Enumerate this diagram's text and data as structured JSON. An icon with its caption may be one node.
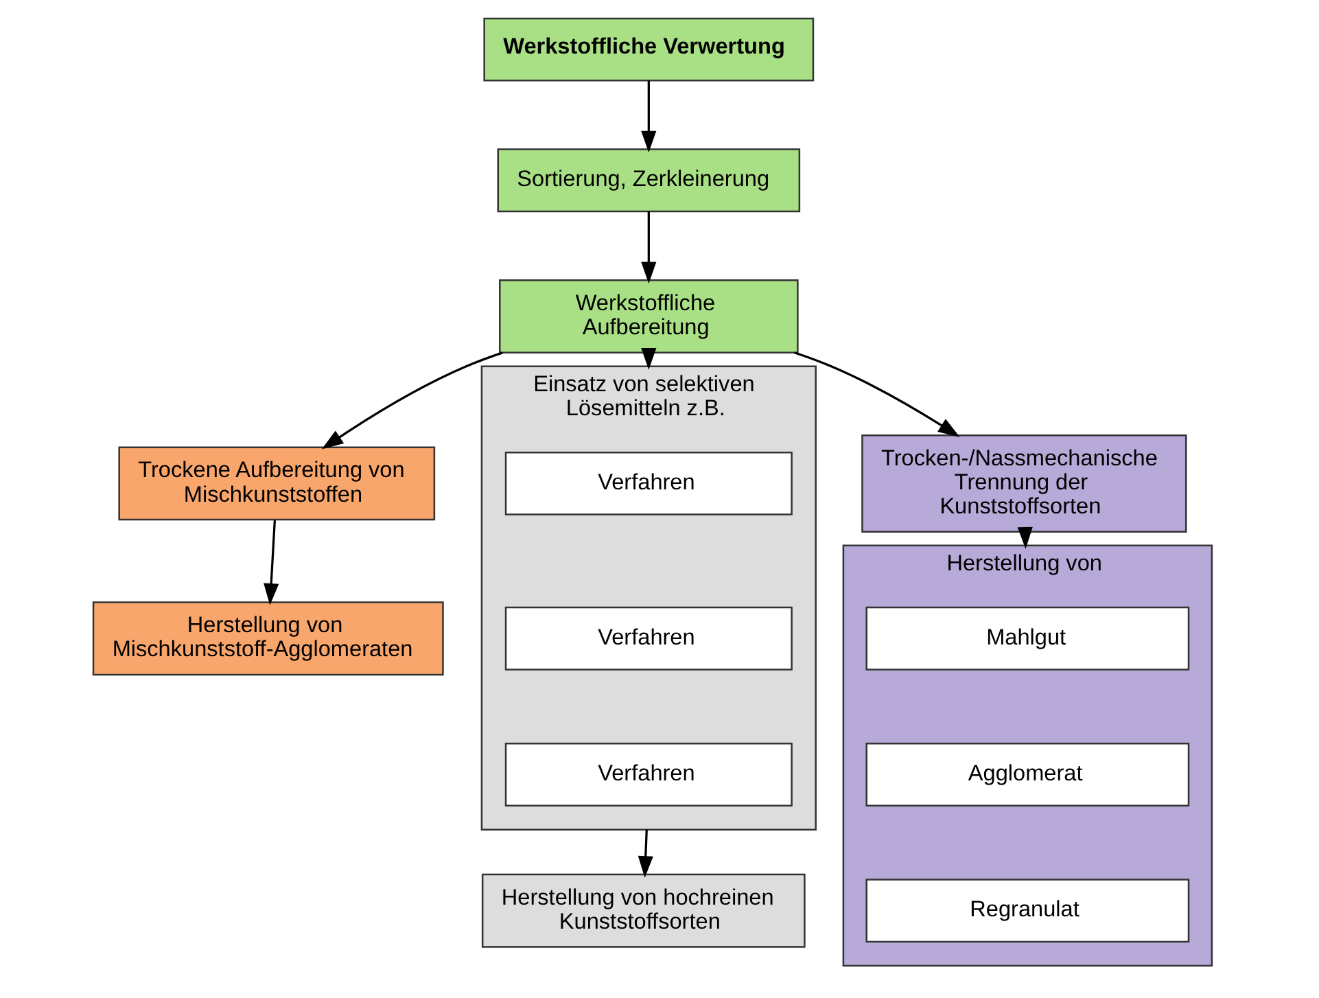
{
  "diagram": {
    "nodes": [
      {
        "text": [
          "Werkstoffliche Verwertung"
        ]
      },
      {
        "text": [
          "Sortierung, Zerkleinerung"
        ]
      },
      {
        "text": [
          "Werkstoffliche Aufbereitung"
        ]
      },
      {
        "text": [
          "Trockene Aufbereitung von Mischkunststoffen"
        ]
      },
      {
        "text": [
          "Trocken-/Nassmechanische Trennung der Kunststoffsorten"
        ]
      },
      {
        "text": [
          "Einsatz von selektiven Lösemitteln z.B."
        ]
      },
      {
        "text": [
          "Verfahren"
        ],
        "in": 5
      },
      {
        "text": [
          "Verfahren"
        ],
        "in": 5
      },
      {
        "text": [
          "Verfahren"
        ],
        "in": 5
      },
      {
        "text": [
          "Herstellung von Mischkunststoff-Agglomeraten"
        ]
      },
      {
        "text": [
          "Herstellung von"
        ]
      },
      {
        "text": [
          "Mahlgut"
        ],
        "in": 10
      },
      {
        "text": [
          "Agglomerat"
        ],
        "in": 10
      },
      {
        "text": [
          "Regranulat"
        ],
        "in": 10
      },
      {
        "text": [
          "Herstellung von hochreinen Kunststoffsorten"
        ]
      }
    ],
    "edges": [
      {
        "from": 0,
        "to": 1,
        "arrow": "to"
      },
      {
        "from": 1,
        "to": 2,
        "arrow": "to"
      },
      {
        "from": 2,
        "to": 3,
        "arrow": "to"
      },
      {
        "from": 2,
        "to": 4,
        "arrow": "to"
      },
      {
        "from": 2,
        "to": 5,
        "arrow": "to"
      },
      {
        "from": 3,
        "to": 9,
        "arrow": "to"
      },
      {
        "from": 4,
        "to": 10,
        "arrow": "to"
      },
      {
        "from": 5,
        "to": 14,
        "arrow": "to"
      }
    ]
  }
}
